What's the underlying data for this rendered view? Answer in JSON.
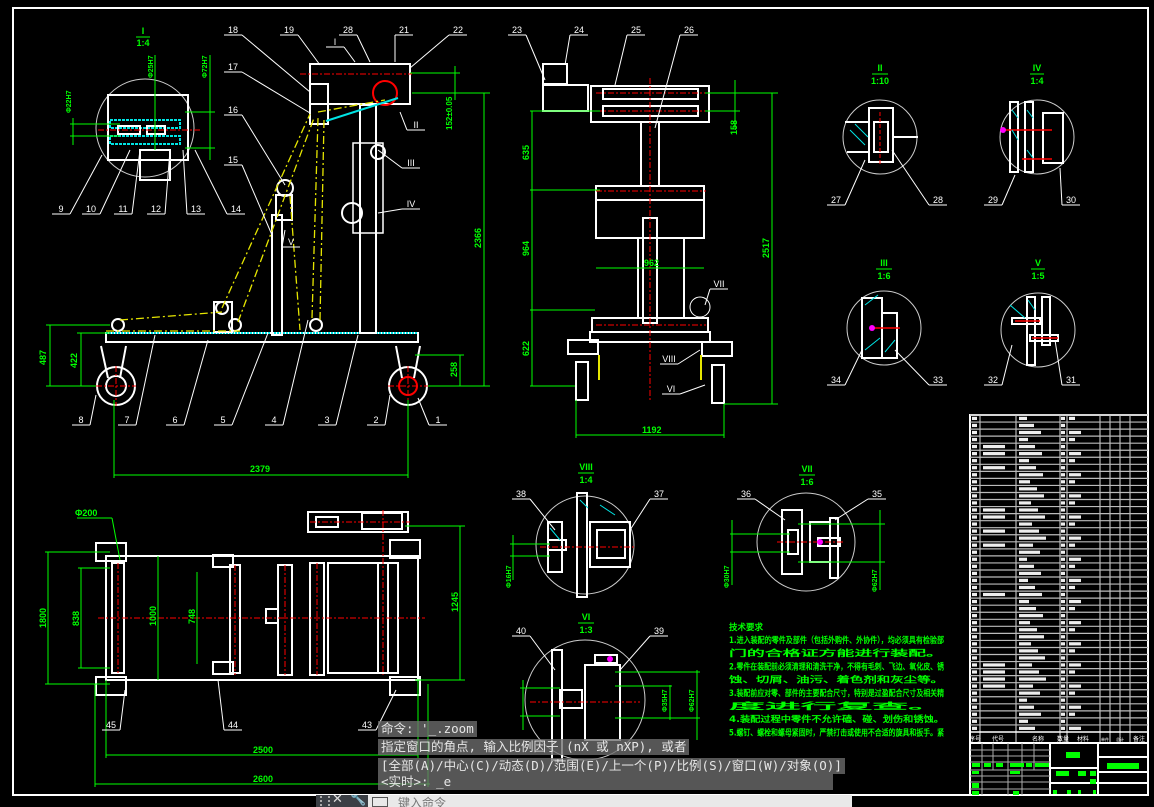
{
  "app": {
    "type": "CAD drawing viewport",
    "background": "#000000"
  },
  "colors": {
    "outline": "#ffffff",
    "dimension": "#00ff00",
    "center": "#ff0000",
    "hatch": "#00e5e5",
    "chain": "#e6e600",
    "fastener": "#ff00ff"
  },
  "views": {
    "detail_I": {
      "name": "I",
      "scale": "1:4"
    },
    "detail_II": {
      "name": "II",
      "scale": "1:10"
    },
    "detail_IV": {
      "name": "IV",
      "scale": "1:4"
    },
    "detail_III": {
      "name": "III",
      "scale": "1:6"
    },
    "detail_V": {
      "name": "V",
      "scale": "1:5"
    },
    "detail_VIII": {
      "name": "VIII",
      "scale": "1:4"
    },
    "detail_VII": {
      "name": "VII",
      "scale": "1:6"
    },
    "detail_VI": {
      "name": "VI",
      "scale": "1:3"
    }
  },
  "balloons": [
    "18",
    "19",
    "28",
    "21",
    "22",
    "I",
    "17",
    "16",
    "15",
    "II",
    "III",
    "IV",
    "V",
    "9",
    "10",
    "11",
    "12",
    "13",
    "14",
    "8",
    "7",
    "6",
    "5",
    "4",
    "3",
    "2",
    "1",
    "23",
    "24",
    "25",
    "26",
    "VII",
    "VIII",
    "VI",
    "27",
    "28",
    "29",
    "30",
    "34",
    "33",
    "32",
    "31",
    "38",
    "37",
    "36",
    "35",
    "40",
    "39",
    "45",
    "44",
    "43"
  ],
  "dimensions": {
    "front_487": "487",
    "front_422": "422",
    "front_2379": "2379",
    "front_2366": "2366",
    "front_152": "152±0.05",
    "front_258": "258",
    "detail_I_d22": "Φ22H7",
    "detail_I_d25": "Φ25H7",
    "detail_I_d72": "Φ72H7",
    "side_635": "635",
    "side_964": "964",
    "side_622": "622",
    "side_2517": "2517",
    "side_1192": "1192",
    "side_962": "962",
    "side_158": "158",
    "plan_d200": "Φ200",
    "plan_1800": "1800",
    "plan_838": "838",
    "plan_1000": "1000",
    "plan_748": "748",
    "plan_1245": "1245",
    "plan_2500": "2500",
    "plan_2600": "2600",
    "viii_d": "Φ16H7",
    "vii_d1": "Φ30H7",
    "vii_d2": "Φ62H7",
    "vi_d1": "Φ35H7",
    "vi_d2": "Φ62H7"
  },
  "technical_requirements": {
    "title": "技术要求",
    "lines": [
      "1.进入装配的零件及部件（包括外购件、外协件），均必须具有检验部",
      "门的合格证方能进行装配。",
      "2.零件在装配前必须清理和清洗干净，不得有毛刺、飞边、氧化皮、锈",
      "蚀、切屑、油污、着色剂和灰尘等。",
      "3.装配前应对零、部件的主要配合尺寸，特别是过盈配合尺寸及相关精",
      "度进行复查。",
      "4.装配过程中零件不允许磕、碰、划伤和锈蚀。",
      "5.螺钉、螺栓和螺母紧固时，严禁打击或使用不合适的旋具和扳手。紧"
    ]
  },
  "bom": {
    "headers": [
      "序号",
      "代号",
      "名称",
      "数量",
      "材料",
      "单件",
      "总计",
      "备注"
    ]
  },
  "command_line": {
    "history": [
      "命令: '_.zoom",
      "指定窗口的角点, 输入比例因子 (nX 或 nXP), 或者",
      "[全部(A)/中心(C)/动态(D)/范围(E)/上一个(P)/比例(S)/窗口(W)/对象(O)]",
      "<实时>: _e"
    ],
    "input_placeholder": "键入命令"
  }
}
